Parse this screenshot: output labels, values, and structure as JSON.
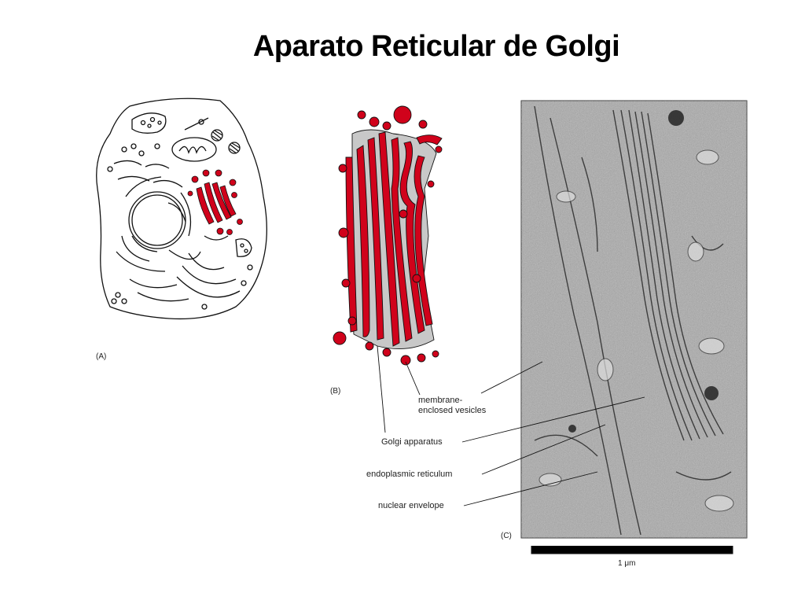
{
  "title": "Aparato Reticular de Golgi",
  "panels": {
    "a": "(A)",
    "b": "(B)",
    "c": "(C)"
  },
  "labels": {
    "vesicles_1": "membrane-",
    "vesicles_2": "enclosed vesicles",
    "golgi": "Golgi apparatus",
    "er": "endoplasmic reticulum",
    "nuclear_envelope": "nuclear envelope"
  },
  "scale_bar": "1 μm",
  "colors": {
    "golgi_red": "#d0021b",
    "membrane_gray": "#c8c8c8",
    "micrograph_bg": "#a9a9a9"
  }
}
